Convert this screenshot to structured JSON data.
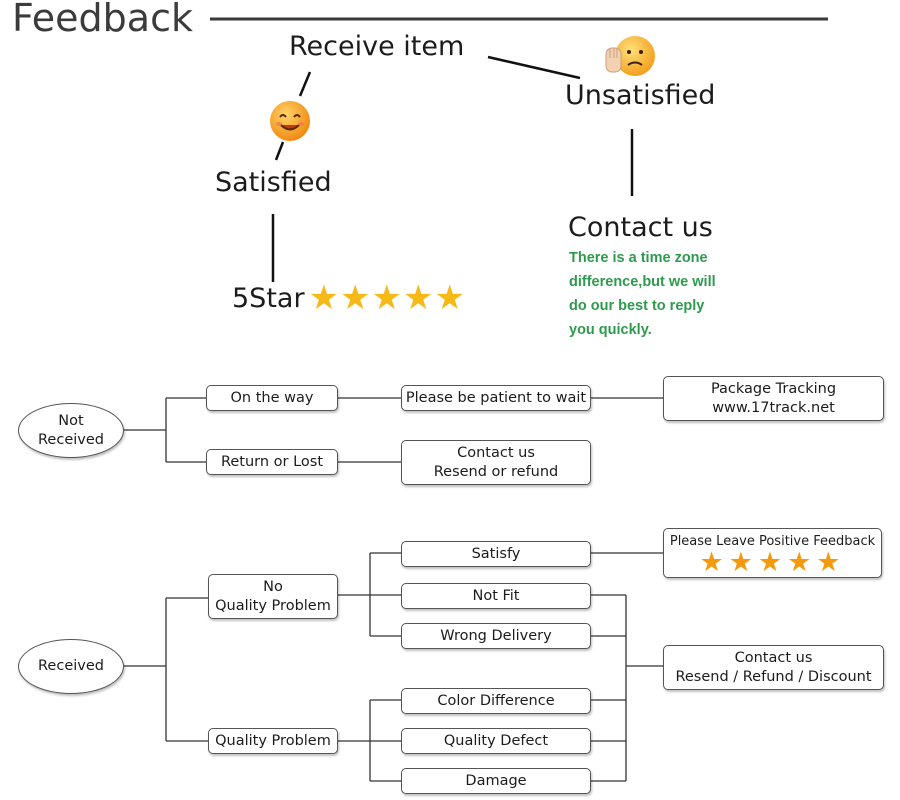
{
  "title": "Feedback",
  "top": {
    "receive_item": "Receive item",
    "unsatisfied": "Unsatisfied",
    "satisfied": "Satisfied",
    "five_star": "5Star",
    "contact_us": "Contact us",
    "note_lines": [
      "There is a time zone",
      "difference,but we will",
      "do our best to reply",
      "you quickly."
    ]
  },
  "not_received": {
    "root": [
      "Not",
      "Received"
    ],
    "on_the_way": "On the way",
    "return_or_lost": "Return or Lost",
    "be_patient": "Please be patient to wait",
    "tracking": [
      "Package Tracking",
      "www.17track.net"
    ],
    "contact": [
      "Contact us",
      "Resend or refund"
    ]
  },
  "received": {
    "root": "Received",
    "no_problem": [
      "No",
      "Quality Problem"
    ],
    "quality_problem": "Quality Problem",
    "satisfy": "Satisfy",
    "not_fit": "Not Fit",
    "wrong_delivery": "Wrong Delivery",
    "color_difference": "Color Difference",
    "quality_defect": "Quality Defect",
    "damage": "Damage",
    "positive_feedback": "Please Leave Positive Feedback",
    "contact": [
      "Contact us",
      "Resend / Refund / Discount"
    ]
  },
  "colors": {
    "note_green": "#2e9a4e",
    "star_gold": "#f7b917",
    "star_orange": "#f39a0f",
    "line": "#222222"
  },
  "icons": [
    "smiling-face-icon",
    "unhappy-face-icon",
    "star-icon"
  ]
}
